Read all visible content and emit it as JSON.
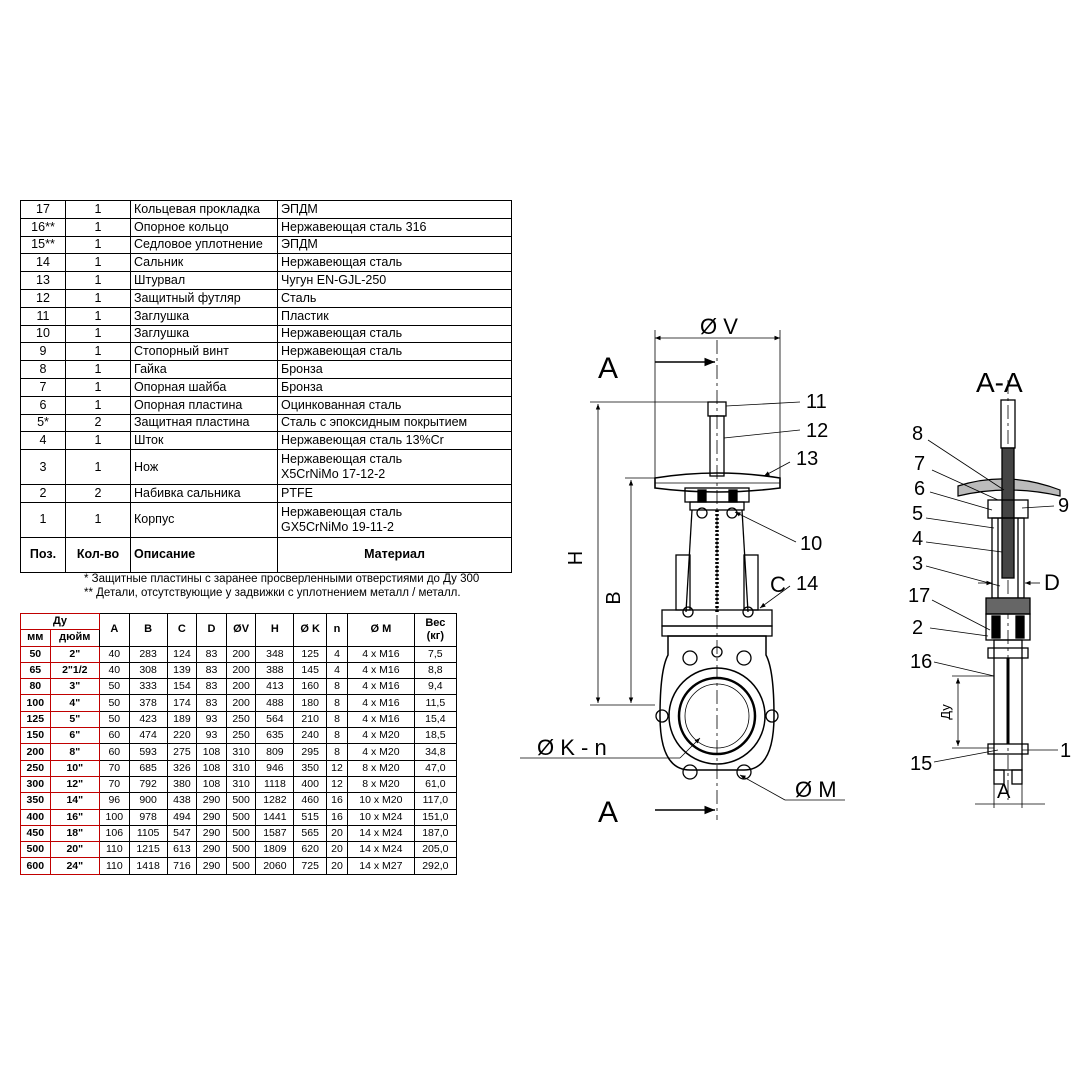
{
  "parts_table": {
    "header": {
      "pos": "Поз.",
      "qty": "Кол-во",
      "desc": "Описание",
      "mat": "Материал"
    },
    "rows": [
      {
        "pos": "17",
        "qty": "1",
        "desc": "Кольцевая прокладка",
        "mat": "ЭПДМ",
        "mat2": ""
      },
      {
        "pos": "16**",
        "qty": "1",
        "desc": "Опорное кольцо",
        "mat": "Нержавеющая сталь 316",
        "mat2": ""
      },
      {
        "pos": "15**",
        "qty": "1",
        "desc": "Седловое уплотнение",
        "mat": "ЭПДМ",
        "mat2": ""
      },
      {
        "pos": "14",
        "qty": "1",
        "desc": "Сальник",
        "mat": "Нержавеющая сталь",
        "mat2": ""
      },
      {
        "pos": "13",
        "qty": "1",
        "desc": "Штурвал",
        "mat": "Чугун EN-GJL-250",
        "mat2": ""
      },
      {
        "pos": "12",
        "qty": "1",
        "desc": "Защитный футляр",
        "mat": "Сталь",
        "mat2": ""
      },
      {
        "pos": "11",
        "qty": "1",
        "desc": "Заглушка",
        "mat": "Пластик",
        "mat2": ""
      },
      {
        "pos": "10",
        "qty": "1",
        "desc": "Заглушка",
        "mat": "Нержавеющая сталь",
        "mat2": ""
      },
      {
        "pos": "9",
        "qty": "1",
        "desc": "Стопорный винт",
        "mat": "Нержавеющая сталь",
        "mat2": ""
      },
      {
        "pos": "8",
        "qty": "1",
        "desc": "Гайка",
        "mat": "Бронза",
        "mat2": ""
      },
      {
        "pos": "7",
        "qty": "1",
        "desc": "Опорная шайба",
        "mat": "Бронза",
        "mat2": ""
      },
      {
        "pos": "6",
        "qty": "1",
        "desc": "Опорная пластина",
        "mat": "Оцинкованная сталь",
        "mat2": ""
      },
      {
        "pos": "5*",
        "qty": "2",
        "desc": "Защитная пластина",
        "mat": "Сталь с эпоксидным покрытием",
        "mat2": ""
      },
      {
        "pos": "4",
        "qty": "1",
        "desc": "Шток",
        "mat": "Нержавеющая сталь 13%Cr",
        "mat2": ""
      },
      {
        "pos": "3",
        "qty": "1",
        "desc": "Нож",
        "mat": "Нержавеющая сталь",
        "mat2": "X5CrNiMo 17-12-2"
      },
      {
        "pos": "2",
        "qty": "2",
        "desc": "Набивка сальника",
        "mat": "PTFE",
        "mat2": ""
      },
      {
        "pos": "1",
        "qty": "1",
        "desc": "Корпус",
        "mat": "Нержавеющая сталь",
        "mat2": "GX5CrNiMo 19-11-2"
      }
    ]
  },
  "footnotes": [
    "* Защитные пластины с заранее просверленными отверстиями до Ду 300",
    "** Детали, отсутствующие у задвижки с уплотнением металл / металл."
  ],
  "dims_table": {
    "header_top": {
      "dn": "Ду",
      "a": "A",
      "b": "B",
      "c": "C",
      "d": "D",
      "v": "ØV",
      "h": "H",
      "k": "Ø K",
      "n": "n",
      "m": "Ø M",
      "w": "Вес",
      "w2": "(кг)"
    },
    "header_sub": {
      "mm": "мм",
      "inch": "дюйм"
    },
    "rows": [
      [
        "50",
        "2\"",
        "40",
        "283",
        "124",
        "83",
        "200",
        "348",
        "125",
        "4",
        "4 x M16",
        "7,5"
      ],
      [
        "65",
        "2\"1/2",
        "40",
        "308",
        "139",
        "83",
        "200",
        "388",
        "145",
        "4",
        "4 x M16",
        "8,8"
      ],
      [
        "80",
        "3\"",
        "50",
        "333",
        "154",
        "83",
        "200",
        "413",
        "160",
        "8",
        "4 x M16",
        "9,4"
      ],
      [
        "100",
        "4\"",
        "50",
        "378",
        "174",
        "83",
        "200",
        "488",
        "180",
        "8",
        "4 x M16",
        "11,5"
      ],
      [
        "125",
        "5\"",
        "50",
        "423",
        "189",
        "93",
        "250",
        "564",
        "210",
        "8",
        "4 x M16",
        "15,4"
      ],
      [
        "150",
        "6\"",
        "60",
        "474",
        "220",
        "93",
        "250",
        "635",
        "240",
        "8",
        "4 x M20",
        "18,5"
      ],
      [
        "200",
        "8\"",
        "60",
        "593",
        "275",
        "108",
        "310",
        "809",
        "295",
        "8",
        "4 x M20",
        "34,8"
      ],
      [
        "250",
        "10\"",
        "70",
        "685",
        "326",
        "108",
        "310",
        "946",
        "350",
        "12",
        "8 x M20",
        "47,0"
      ],
      [
        "300",
        "12\"",
        "70",
        "792",
        "380",
        "108",
        "310",
        "1118",
        "400",
        "12",
        "8 x M20",
        "61,0"
      ],
      [
        "350",
        "14\"",
        "96",
        "900",
        "438",
        "290",
        "500",
        "1282",
        "460",
        "16",
        "10 x M20",
        "117,0"
      ],
      [
        "400",
        "16\"",
        "100",
        "978",
        "494",
        "290",
        "500",
        "1441",
        "515",
        "16",
        "10 x M24",
        "151,0"
      ],
      [
        "450",
        "18\"",
        "106",
        "1105",
        "547",
        "290",
        "500",
        "1587",
        "565",
        "20",
        "14 x M24",
        "187,0"
      ],
      [
        "500",
        "20\"",
        "110",
        "1215",
        "613",
        "290",
        "500",
        "1809",
        "620",
        "20",
        "14 x M24",
        "205,0"
      ],
      [
        "600",
        "24\"",
        "110",
        "1418",
        "716",
        "290",
        "500",
        "2060",
        "725",
        "20",
        "14 x M27",
        "292,0"
      ]
    ]
  },
  "drawing": {
    "section_letter": "A",
    "section_title": "A-A",
    "dim_v": "Ø V",
    "dim_h": "H",
    "dim_b": "B",
    "dim_c": "C",
    "dim_kn": "Ø K - n",
    "dim_m": "Ø M",
    "dim_d": "D",
    "dim_a": "A",
    "dim_dn": "Ду",
    "front_callouts": [
      "11",
      "12",
      "13",
      "10",
      "14"
    ],
    "side_callouts": [
      "8",
      "7",
      "6",
      "5",
      "4",
      "3",
      "17",
      "2",
      "16",
      "15",
      "9",
      "1"
    ]
  },
  "colors": {
    "table_red": "#c00000",
    "line": "#000000"
  }
}
